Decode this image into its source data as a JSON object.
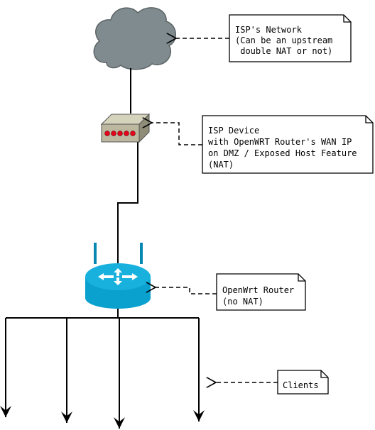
{
  "notes": {
    "isp_network": {
      "lines": [
        "ISP's Network",
        "(Can be an upstream",
        " double NAT or not)"
      ]
    },
    "isp_device": {
      "lines": [
        "ISP Device",
        "with OpenWRT Router's WAN IP",
        "on DMZ / Exposed Host Feature",
        "(NAT)"
      ]
    },
    "openwrt_router": {
      "lines": [
        "OpenWrt Router",
        "(no NAT)"
      ]
    },
    "clients": {
      "lines": [
        "Clients"
      ]
    }
  },
  "icons": {
    "cloud": "cloud-icon",
    "isp_device": "modem-icon",
    "router": "router-icon"
  },
  "colors": {
    "cloud_fill": "#7f8b8f",
    "cloud_stroke": "#5c6466",
    "modem_front": "#bcb8a0",
    "modem_top": "#d6d3bd",
    "modem_side": "#8f8c78",
    "modem_led": "#e8001c",
    "router_body": "#0aa1cf",
    "router_top": "#18b1de",
    "router_dark": "#0788b1",
    "line": "#000000"
  }
}
